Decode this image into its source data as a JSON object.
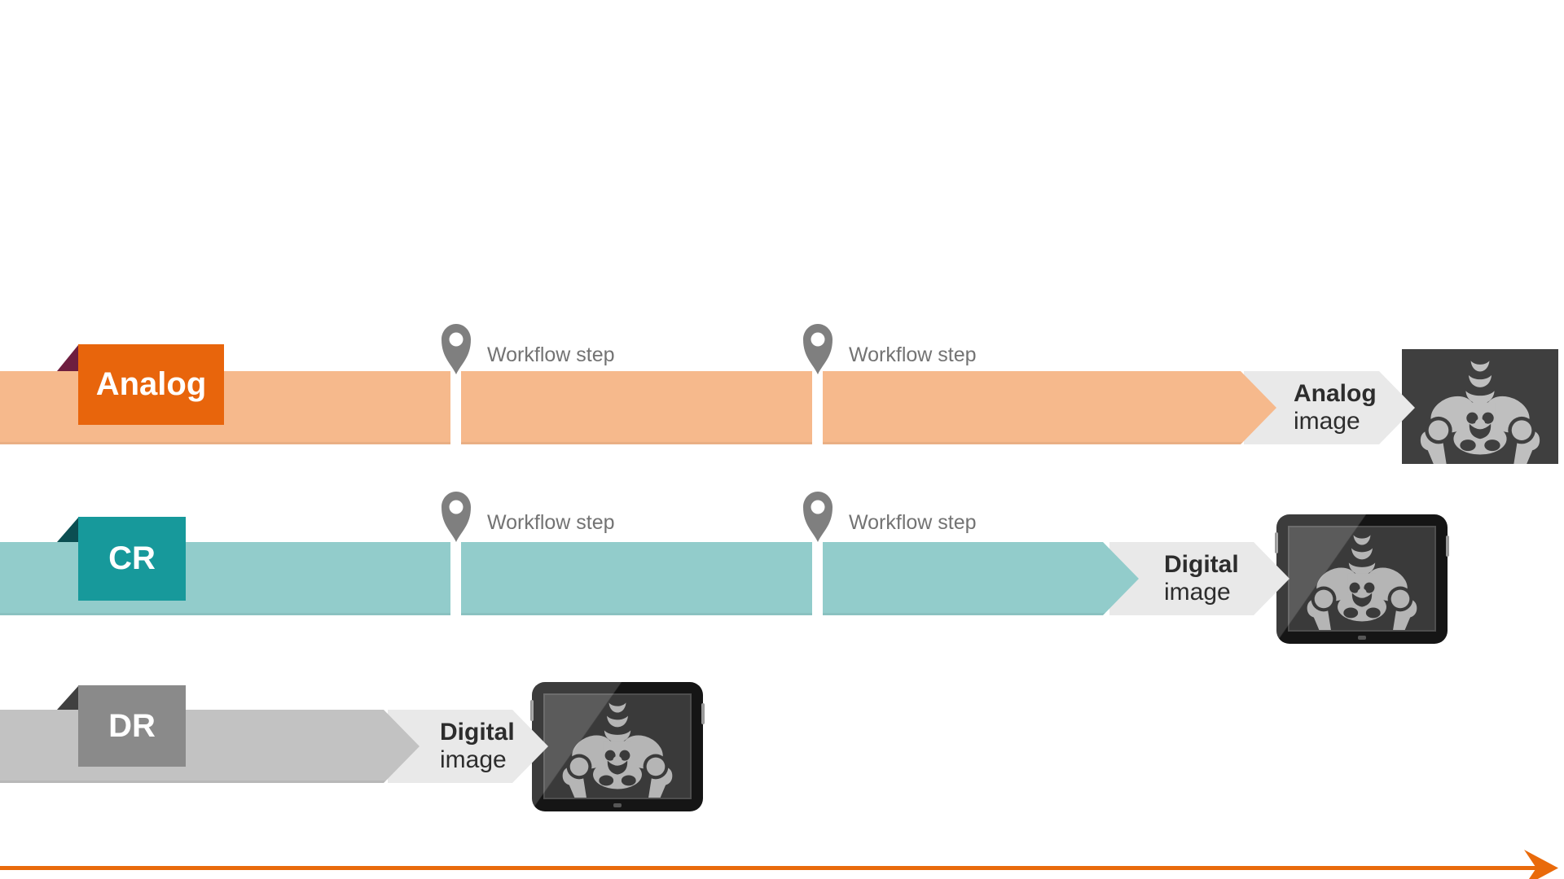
{
  "page": {
    "background": "#FFFFFF"
  },
  "rows": [
    {
      "label": "Analog",
      "workflow_steps": [
        "Workflow step",
        "Workflow step"
      ],
      "result": {
        "line1": "Analog",
        "line2": "image"
      },
      "result_media": "analog-xray-film-pelvis",
      "colors": {
        "bar": "#F6B98C",
        "box": "#E8650C",
        "fold": "#6E1E3F"
      }
    },
    {
      "label": "CR",
      "workflow_steps": [
        "Workflow step",
        "Workflow step"
      ],
      "result": {
        "line1": "Digital",
        "line2": "image"
      },
      "result_media": "tablet-pelvis-xray",
      "colors": {
        "bar": "#92CCCB",
        "box": "#17999B",
        "fold": "#0B4E52"
      }
    },
    {
      "label": "DR",
      "workflow_steps": [],
      "result": {
        "line1": "Digital",
        "line2": "image"
      },
      "result_media": "tablet-pelvis-xray",
      "colors": {
        "bar": "#C2C2C2",
        "box": "#8A8A8A",
        "fold": "#404040"
      }
    }
  ],
  "pin_color": "#7F7F7F",
  "workflow_text_color": "#737373",
  "result_text_color": "#2D2D2D",
  "timeline": {
    "arrow_color": "#E96A0B"
  }
}
